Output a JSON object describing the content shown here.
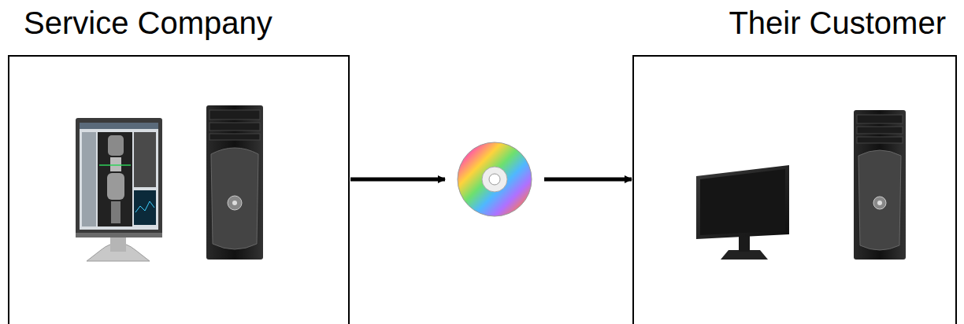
{
  "diagram": {
    "nodes": [
      {
        "text": [
          "Service Company"
        ]
      },
      {
        "text": [
          "Their Customer"
        ]
      }
    ],
    "edges": [
      {
        "from": 0,
        "to": 1,
        "arrow": "to"
      }
    ]
  }
}
